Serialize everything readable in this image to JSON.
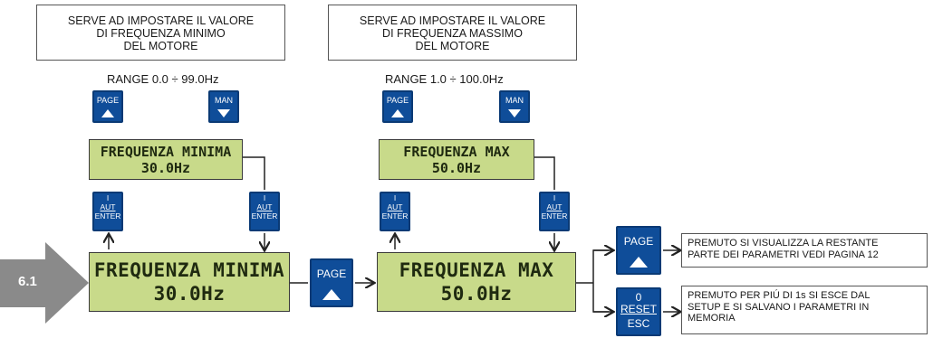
{
  "notes": {
    "left": "SERVE AD IMPOSTARE IL VALORE\nDI FREQUENZA MINIMO\nDEL MOTORE",
    "right": "SERVE AD IMPOSTARE IL VALORE\nDI FREQUENZA MASSIMO\nDEL MOTORE"
  },
  "ranges": {
    "left": "RANGE 0.0 ÷ 99.0Hz",
    "right": "RANGE 1.0 ÷ 100.0Hz"
  },
  "step_label": "6.1",
  "keys": {
    "page": "PAGE",
    "man": "MAN",
    "enter_top": "I",
    "enter_mid": "AUT",
    "enter_bot": "ENTER",
    "reset_top": "0",
    "reset_mid": "RESET",
    "reset_bot": "ESC"
  },
  "displays": {
    "min_edit_title": "FREQUENZA MINIMA",
    "min_edit_value": "30.0Hz",
    "max_edit_title": "FREQUENZA MAX",
    "max_edit_value": "50.0Hz",
    "min_title": "FREQUENZA MINIMA",
    "min_value": "30.0Hz",
    "max_title": "FREQUENZA MAX",
    "max_value": "50.0Hz"
  },
  "side_notes": {
    "page_note": "PREMUTO SI VISUALIZZA LA RESTANTE\nPARTE DEI PARAMETRI VEDI PAGINA 12",
    "esc_note": "PREMUTO PER PIÚ DI 1s SI ESCE DAL\nSETUP E SI SALVANO I PARAMETRI IN\nMEMORIA"
  },
  "colors": {
    "key_blue": "#0f4d99",
    "lcd_green": "#c8da8a",
    "step_arrow": "#8a8a8a"
  }
}
